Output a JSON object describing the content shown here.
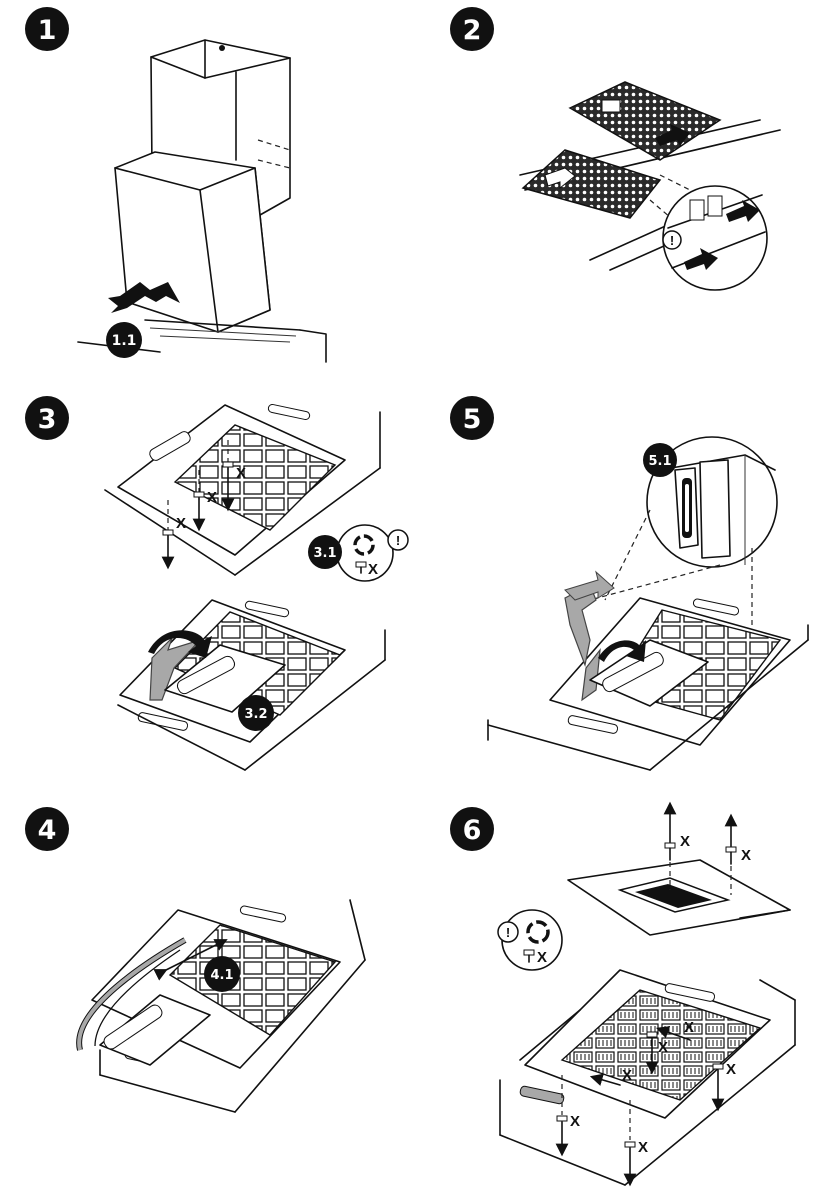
{
  "steps": [
    {
      "id": "1",
      "sub": [
        "1.1"
      ]
    },
    {
      "id": "2",
      "sub": []
    },
    {
      "id": "3",
      "sub": [
        "3.1",
        "3.2"
      ]
    },
    {
      "id": "5",
      "sub": [
        "5.1"
      ]
    },
    {
      "id": "4",
      "sub": [
        "4.1"
      ]
    },
    {
      "id": "6",
      "sub": []
    }
  ],
  "symbols": {
    "screw_mark": "X",
    "warning": "!",
    "screw_icon": "screw-icon",
    "recycle_icon": "rotate-arrows-icon"
  }
}
